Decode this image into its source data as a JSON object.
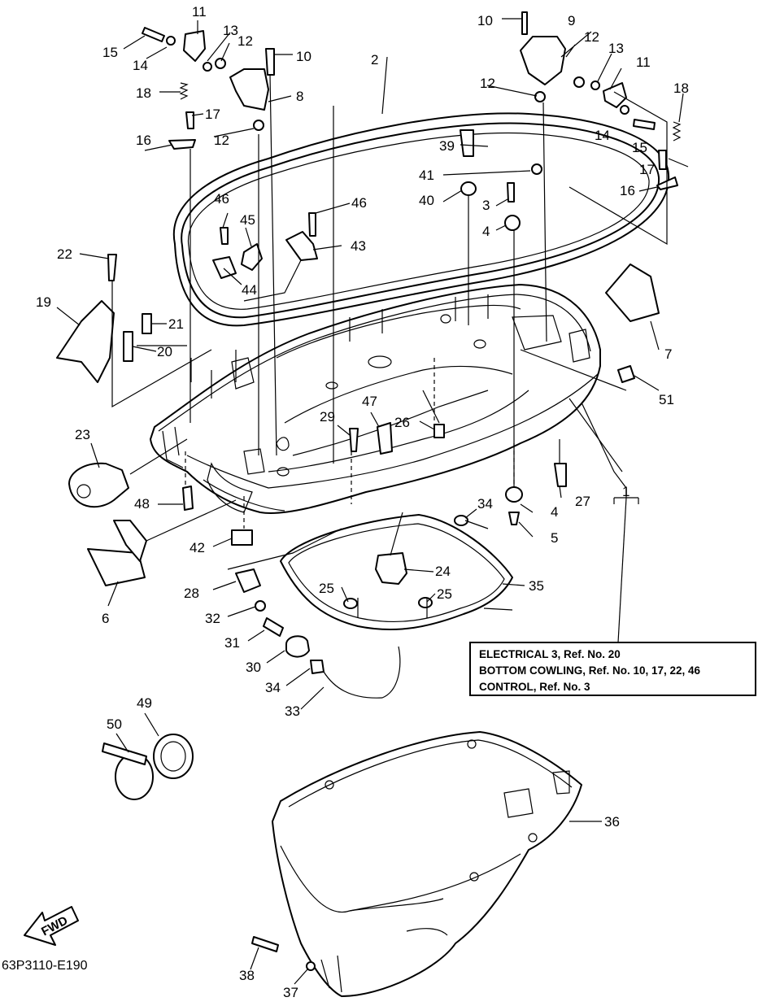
{
  "diagram_code": "63P3110-E190",
  "fwd_label": "FWD",
  "reference_box": {
    "lines": [
      "ELECTRICAL 3,  Ref. No. 20",
      "BOTTOM COWLING,  Ref. No. 10, 17, 22, 46",
      "CONTROL,  Ref. No. 3"
    ]
  },
  "callouts": {
    "c1": "1",
    "c2": "2",
    "c3": "3",
    "c4a": "4",
    "c4b": "4",
    "c5": "5",
    "c6": "6",
    "c7": "7",
    "c8": "8",
    "c9": "9",
    "c10a": "10",
    "c10b": "10",
    "c11a": "11",
    "c11b": "11",
    "c12a": "12",
    "c12b": "12",
    "c12c": "12",
    "c12d": "12",
    "c13a": "13",
    "c13b": "13",
    "c14a": "14",
    "c14b": "14",
    "c15a": "15",
    "c15b": "15",
    "c16a": "16",
    "c16b": "16",
    "c17a": "17",
    "c17b": "17",
    "c18a": "18",
    "c18b": "18",
    "c19": "19",
    "c20": "20",
    "c21": "21",
    "c22": "22",
    "c23": "23",
    "c24": "24",
    "c25a": "25",
    "c25b": "25",
    "c26": "26",
    "c27": "27",
    "c28": "28",
    "c29": "29",
    "c30": "30",
    "c31": "31",
    "c32": "32",
    "c33": "33",
    "c34a": "34",
    "c34b": "34",
    "c35": "35",
    "c36": "36",
    "c37": "37",
    "c38": "38",
    "c39": "39",
    "c40": "40",
    "c41": "41",
    "c42": "42",
    "c43": "43",
    "c44": "44",
    "c45": "45",
    "c46a": "46",
    "c46b": "46",
    "c47": "47",
    "c48": "48",
    "c49": "49",
    "c50": "50",
    "c51": "51"
  }
}
